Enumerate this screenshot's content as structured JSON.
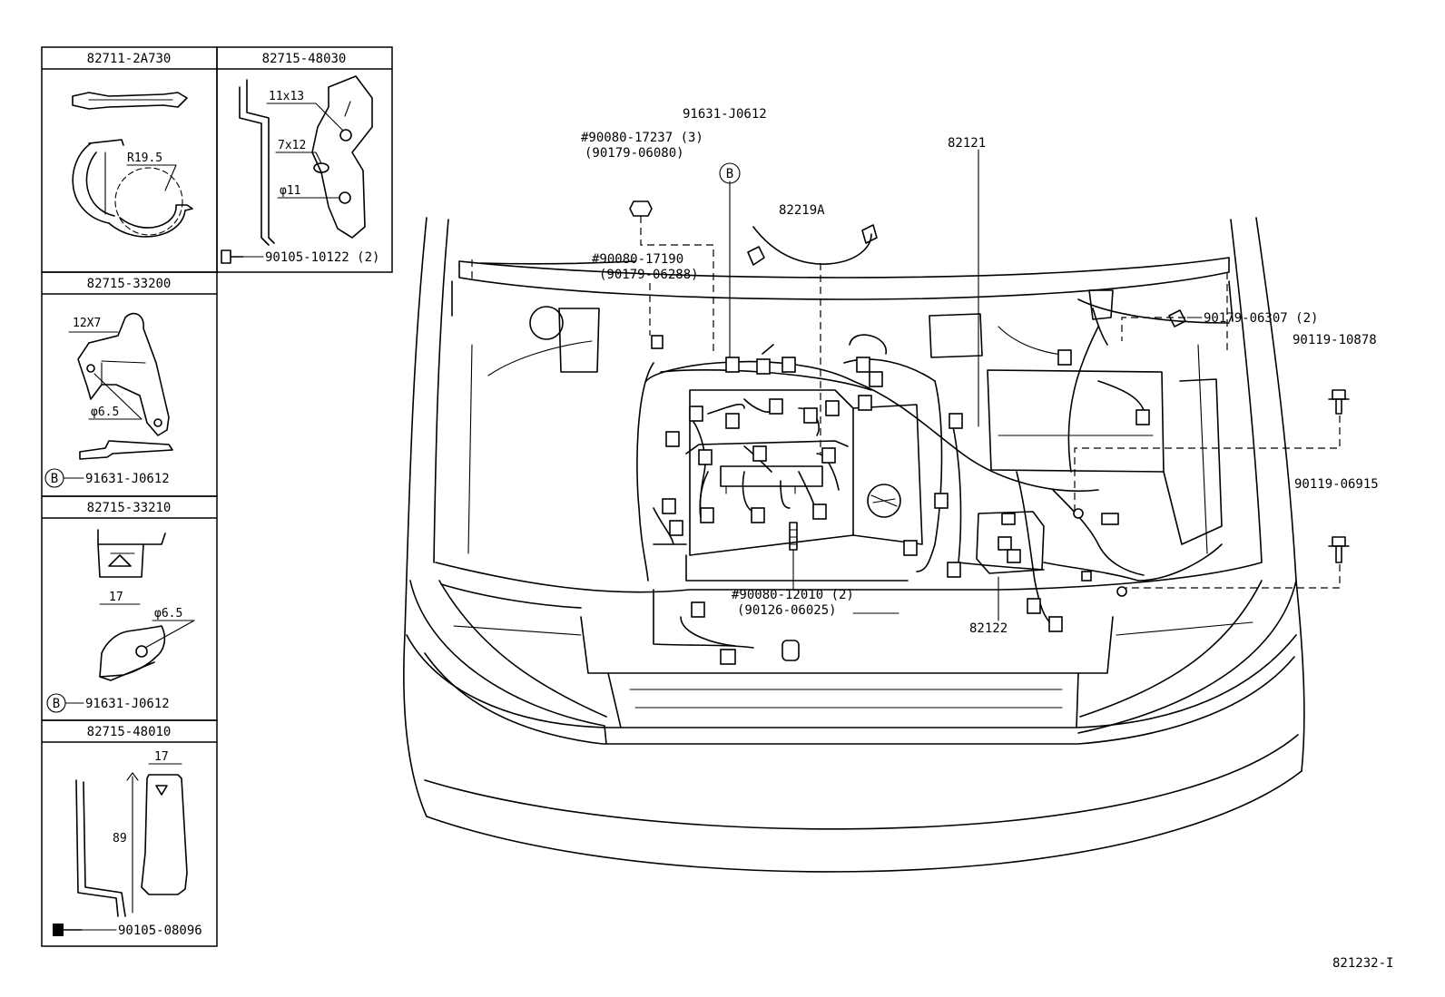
{
  "inset_panels": [
    {
      "header": "82711-2A730",
      "labels": [
        "R19.5"
      ]
    },
    {
      "header": "82715-48030",
      "labels": [
        "11x13",
        "7x12",
        "φ11",
        "90105-10122 (2)"
      ]
    },
    {
      "header": "82715-33200",
      "labels": [
        "12X7",
        "φ6.5",
        "B",
        "91631-J0612"
      ]
    },
    {
      "header": "82715-33210",
      "labels": [
        "17",
        "φ6.5",
        "B",
        "91631-J0612"
      ]
    },
    {
      "header": "82715-48010",
      "labels": [
        "17",
        "89",
        "90105-08096"
      ]
    }
  ],
  "main_labels": {
    "p91631": "91631-J0612",
    "circle_b": "B",
    "p90080_17237": "#90080-17237 (3)",
    "p90179_06080": "(90179-06080)",
    "p82219a": "82219A",
    "p90080_17190": "#90080-17190",
    "p90179_06288": "(90179-06288)",
    "p82121": "82121",
    "p90179_06307": "90179-06307 (2)",
    "p90119_10878": "90119-10878",
    "p90119_06915": "90119-06915",
    "p90080_12010": "#90080-12010 (2)",
    "p90126_06025": "(90126-06025)",
    "p82122": "82122"
  },
  "diagram_id": "821232-I"
}
